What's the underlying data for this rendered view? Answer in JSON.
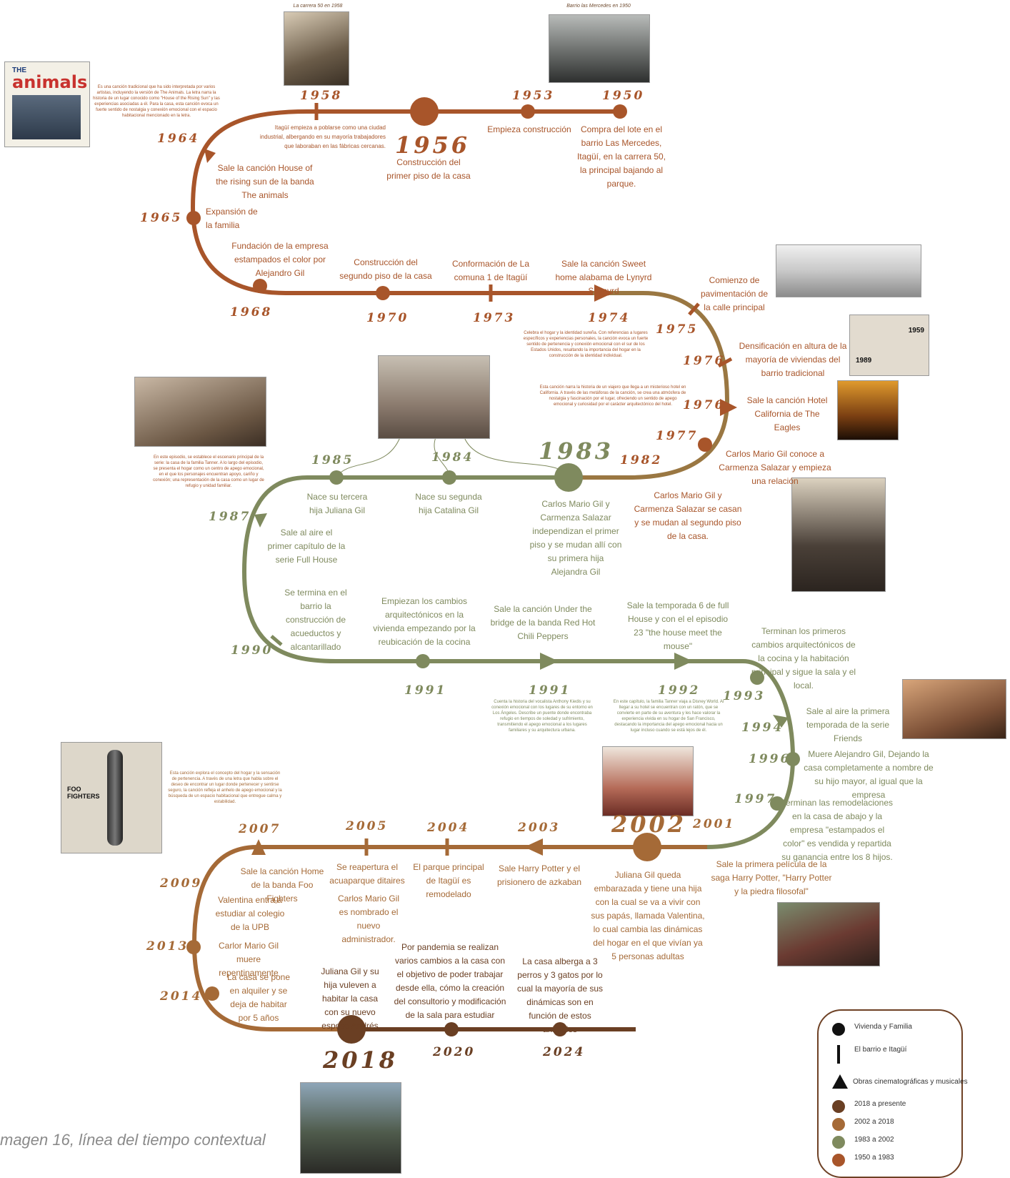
{
  "photo_captions": {
    "top_left": "La carrera 50 en 1958",
    "top_right": "Barrio las Mercedes en 1950",
    "badge_1959": "1959",
    "badge_1989": "1989"
  },
  "album_animals": {
    "title_the": "THE",
    "title_animals": "animals"
  },
  "album_foo": {
    "title": "FOO FIGHTERS"
  },
  "figure_caption": "magen 16, línea del tiempo contextual",
  "colors": {
    "p1950_1983": "#a8552a",
    "p1983_2002": "#7f8a5e",
    "p2002_2018": "#a56a37",
    "p2018_present": "#6a3f23",
    "transition_warm": "#9a7742",
    "legend_border": "#6e4125"
  },
  "years": {
    "y1958": "1958",
    "y1956": "1956",
    "y1953": "1953",
    "y1950": "1950",
    "y1964": "1964",
    "y1965": "1965",
    "y1968": "1968",
    "y1970": "1970",
    "y1973": "1973",
    "y1974": "1974",
    "y1975": "1975",
    "y1976a": "1976",
    "y1976b": "1976",
    "y1977": "1977",
    "y1982": "1982",
    "y1983": "1983",
    "y1984": "1984",
    "y1985": "1985",
    "y1987": "1987",
    "y1990": "1990",
    "y1991a": "1991",
    "y1991b": "1991",
    "y1992": "1992",
    "y1993": "1993",
    "y1994": "1994",
    "y1996": "1996",
    "y1997": "1997",
    "y2001": "2001",
    "y2002": "2002",
    "y2003": "2003",
    "y2004": "2004",
    "y2005": "2005",
    "y2007": "2007",
    "y2009": "2009",
    "y2013": "2013",
    "y2014": "2014",
    "y2018": "2018",
    "y2020": "2020",
    "y2024": "2024"
  },
  "events": {
    "e1956": "Construcción del primer piso de la casa",
    "e1953": "Empieza construcción",
    "e1950": "Compra del lote en el barrio Las Mercedes, Itagüí, en la carrera 50, la principal bajando al parque.",
    "e1958": "Itagüí empieza a poblarse como una ciudad industrial, albergando en su mayoría trabajadores que laboraban en las fábricas cercanas.",
    "e1964": "Sale la canción House of the rising sun de la banda The animals",
    "e1965": "Expansión de la familia",
    "e1968": "Fundación de la empresa estampados el color por Alejandro Gil",
    "e1970": "Construcción del segundo piso de la casa",
    "e1973": "Conformación de La comuna 1 de Itagüí",
    "e1974": "Sale la canción Sweet home alabama de Lynyrd Skynyrd",
    "e1975": "Comienzo de pavimentación de la calle principal",
    "e1976a": "Densificación en altura de la mayoría de viviendas del barrio tradicional",
    "e1976b": "Sale la canción Hotel California de The Eagles",
    "e1977": "Carlos Mario Gil conoce a Carmenza Salazar y empieza una relación",
    "e1982": "Carlos Mario Gil y Carmenza Salazar se casan y se mudan al segundo piso de la casa.",
    "e1983": "Carlos Mario Gil y Carmenza Salazar independizan el primer piso y se mudan allí con su primera hija Alejandra Gil",
    "e1984": "Nace su segunda hija Catalina Gil",
    "e1985": "Nace su tercera hija Juliana Gil",
    "e1987": "Sale al aire el primer capítulo de la serie Full House",
    "e1990": "Se termina en el barrio la construcción de acueductos y alcantarillado",
    "e1991a": "Empiezan los cambios arquitectónicos en la vivienda empezando por la reubicación de la cocina",
    "e1991b": "Sale la canción Under the bridge de la banda Red Hot Chili Peppers",
    "e1992": "Sale la temporada 6 de full House y con el el episodio 23 \"the house meet the mouse\"",
    "e1993": "Terminan los primeros cambios arquitectónicos de la cocina y la habitación principal y sigue la sala y el local.",
    "e1994": "Sale al aire la primera temporada de la serie Friends",
    "e1996": "Muere Alejandro Gil, Dejando la casa completamente a nombre de su hijo mayor, al igual que la empresa",
    "e1997": "Terminan las remodelaciones en la casa de abajo y la empresa \"estampados el color\" es vendida y repartida su ganancia entre los 8 hijos.",
    "e2001": "Sale la primera película de la saga Harry Potter, \"Harry Potter y la piedra filosofal\"",
    "e2002": "Juliana Gil queda embarazada y tiene una hija con la cual se va a vivir con sus papás, llamada Valentina, lo cual cambia las dinámicas del hogar en el que vivían ya 5 personas adultas",
    "e2003": "Sale Harry Potter y el prisionero de azkaban",
    "e2004": "El parque principal de Itagüí es remodelado",
    "e2005a": "Se reapertura el acuaparque ditaires",
    "e2005b": "Carlos Mario Gil es nombrado el nuevo administrador.",
    "e2007": "Sale la canción Home de la banda Foo Fighters",
    "e2009": "Valentina entra a estudiar al colegio de la UPB",
    "e2013": "Carlor Mario Gil muere repentinamente",
    "e2014": "La casa se pone en alquiler y se deja de habitar por 5 años",
    "e2018": "Juliana Gil y su hija vuleven a habitar la casa con su nuevo esposo Andrés",
    "e2020": "Por pandemia se realizan varios cambios a la casa con el objetivo de poder trabajar desde ella, cómo la creación del consultorio y modificación de la sala para estudiar",
    "e2024": "La casa alberga a 3 perros y 3 gatos por lo cual la mayoría de sus dinámicas son en función de estos animales"
  },
  "descriptions": {
    "d_animals": "Es una canción tradicional que ha sido interpretada por varios artistas, incluyendo la versión de The Animals. La letra narra la historia de un lugar conocido como \"House of the Rising Sun\" y las experiencias asociadas a él. Para la casa, esta canción evoca un fuerte sentido de nostalgia y conexión emocional con el espacio habitacional mencionado en la letra.",
    "d_alabama": "Celebra el hogar y la identidad sureña. Con referencias a lugares específicos y experiencias personales, la canción evoca un fuerte sentido de pertenencia y conexión emocional con el sur de los Estados Unidos, resaltando la importancia del hogar en la construcción de la identidad individual.",
    "d_california": "Esta canción narra la historia de un viajero que llega a un misterioso hotel en California. A través de las metáforas de la canción, se crea una atmósfera de nostalgia y fascinación por el lugar, ofreciendo un sentido de apego emocional y curiosidad por el carácter arquitectónico del hotel.",
    "d_fullhouse": "En este episodio, se establece el escenario principal de la serie: la casa de la familia Tanner. A lo largo del episodio, se presenta el hogar como un centro de apego emocional, en el que los personajes encuentran apoyo, cariño y conexión; una representación de la casa como un lugar de refugio y unidad familiar.",
    "d_underbridge": "Cuenta la historia del vocalista Anthony Kiedis y su conexión emocional con los lugares de su entorno en Los Ángeles. Describe un puente donde encontraba refugio en tiempos de soledad y sufrimiento, transmitiendo el apego emocional a los lugares familiares y su arquitectura urbana.",
    "d_fullhouse6": "En este capítulo, la familia Tanner viaja a Disney World. Al llegar a su hotel se encuentran con un ratón, que se convierte en parte de su aventura y les hace valorar la experiencia vivida en su hogar de San Francisco, destacando la importancia del apego emocional hacia un lugar incluso cuando se está lejos de él.",
    "d_foo": "Esta canción explora el concepto del hogar y la sensación de pertenencia. A través de una letra que habla sobre el deseo de encontrar un lugar donde pertenecer y sentirse seguro, la canción refleja el anhelo de apego emocional y la búsqueda de un espacio habitacional que entregue calma y estabilidad."
  },
  "legend": {
    "item1": "Vivienda y Familia",
    "item2": "El barrio e Itagüí",
    "item3": "Obras cinematográficas y musicales",
    "item4": "2018 a presente",
    "item5": "2002 a 2018",
    "item6": "1983 a 2002",
    "item7": "1950 a 1983"
  }
}
